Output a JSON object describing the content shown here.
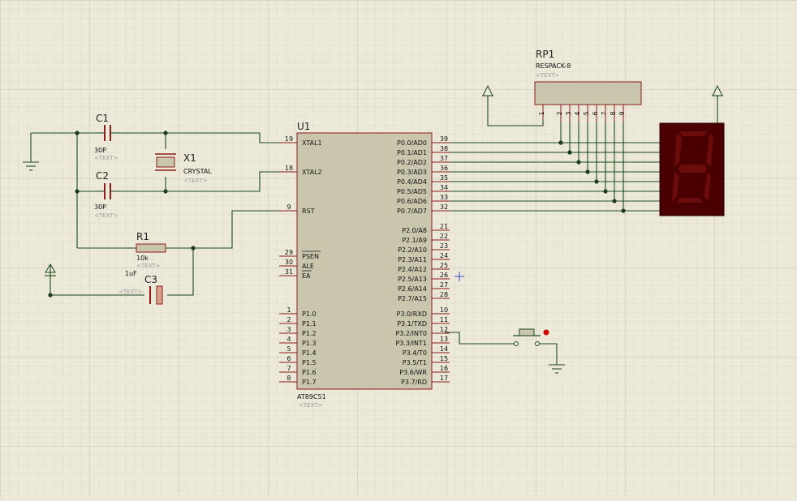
{
  "colors": {
    "background": "#ece9d8",
    "grid_minor": "#d4d0c0",
    "grid_major": "#c2bdaa",
    "body": "#c9c6ad",
    "body_stroke": "#8b1a1a",
    "wire": "#1c4a1c",
    "display": "#4a0000",
    "segment": "#6a0c0c"
  },
  "u1": {
    "ref": "U1",
    "part": "AT89C51",
    "tag": "<TEXT>",
    "left_pins": [
      {
        "num": "19",
        "label": "XTAL1"
      },
      {
        "num": "18",
        "label": "XTAL2"
      },
      {
        "num": "9",
        "label": "RST"
      },
      {
        "num": "29",
        "label": "PSEN"
      },
      {
        "num": "30",
        "label": "ALE"
      },
      {
        "num": "31",
        "label": "EA"
      },
      {
        "num": "1",
        "label": "P1.0"
      },
      {
        "num": "2",
        "label": "P1.1"
      },
      {
        "num": "3",
        "label": "P1.2"
      },
      {
        "num": "4",
        "label": "P1.3"
      },
      {
        "num": "5",
        "label": "P1.4"
      },
      {
        "num": "6",
        "label": "P1.5"
      },
      {
        "num": "7",
        "label": "P1.6"
      },
      {
        "num": "8",
        "label": "P1.7"
      }
    ],
    "right_pins": [
      {
        "num": "39",
        "label": "P0.0/AD0"
      },
      {
        "num": "38",
        "label": "P0.1/AD1"
      },
      {
        "num": "37",
        "label": "P0.2/AD2"
      },
      {
        "num": "36",
        "label": "P0.3/AD3"
      },
      {
        "num": "35",
        "label": "P0.4/AD4"
      },
      {
        "num": "34",
        "label": "P0.5/AD5"
      },
      {
        "num": "33",
        "label": "P0.6/AD6"
      },
      {
        "num": "32",
        "label": "P0.7/AD7"
      },
      {
        "num": "21",
        "label": "P2.0/A8"
      },
      {
        "num": "22",
        "label": "P2.1/A9"
      },
      {
        "num": "23",
        "label": "P2.2/A10"
      },
      {
        "num": "24",
        "label": "P2.3/A11"
      },
      {
        "num": "25",
        "label": "P2.4/A12"
      },
      {
        "num": "26",
        "label": "P2.5/A13"
      },
      {
        "num": "27",
        "label": "P2.6/A14"
      },
      {
        "num": "28",
        "label": "P2.7/A15"
      },
      {
        "num": "10",
        "label": "P3.0/RXD"
      },
      {
        "num": "11",
        "label": "P3.1/TXD"
      },
      {
        "num": "12",
        "label": "P3.2/INT0"
      },
      {
        "num": "13",
        "label": "P3.3/INT1"
      },
      {
        "num": "14",
        "label": "P3.4/T0"
      },
      {
        "num": "15",
        "label": "P3.5/T1"
      },
      {
        "num": "16",
        "label": "P3.6/WR"
      },
      {
        "num": "17",
        "label": "P3.7/RD"
      }
    ]
  },
  "rp1": {
    "ref": "RP1",
    "part": "RESPACK-8",
    "tag": "<TEXT>",
    "pins": [
      "1",
      "2",
      "3",
      "4",
      "5",
      "6",
      "7",
      "8",
      "9"
    ]
  },
  "c1": {
    "ref": "C1",
    "value": "30P",
    "tag": "<TEXT>"
  },
  "c2": {
    "ref": "C2",
    "value": "30P",
    "tag": "<TEXT>"
  },
  "c3": {
    "ref": "C3",
    "value": "1uF",
    "tag": "<TEXT>"
  },
  "x1": {
    "ref": "X1",
    "value": "CRYSTAL",
    "tag": "<TEXT>"
  },
  "r1": {
    "ref": "R1",
    "value": "10k",
    "tag": "<TEXT>"
  }
}
